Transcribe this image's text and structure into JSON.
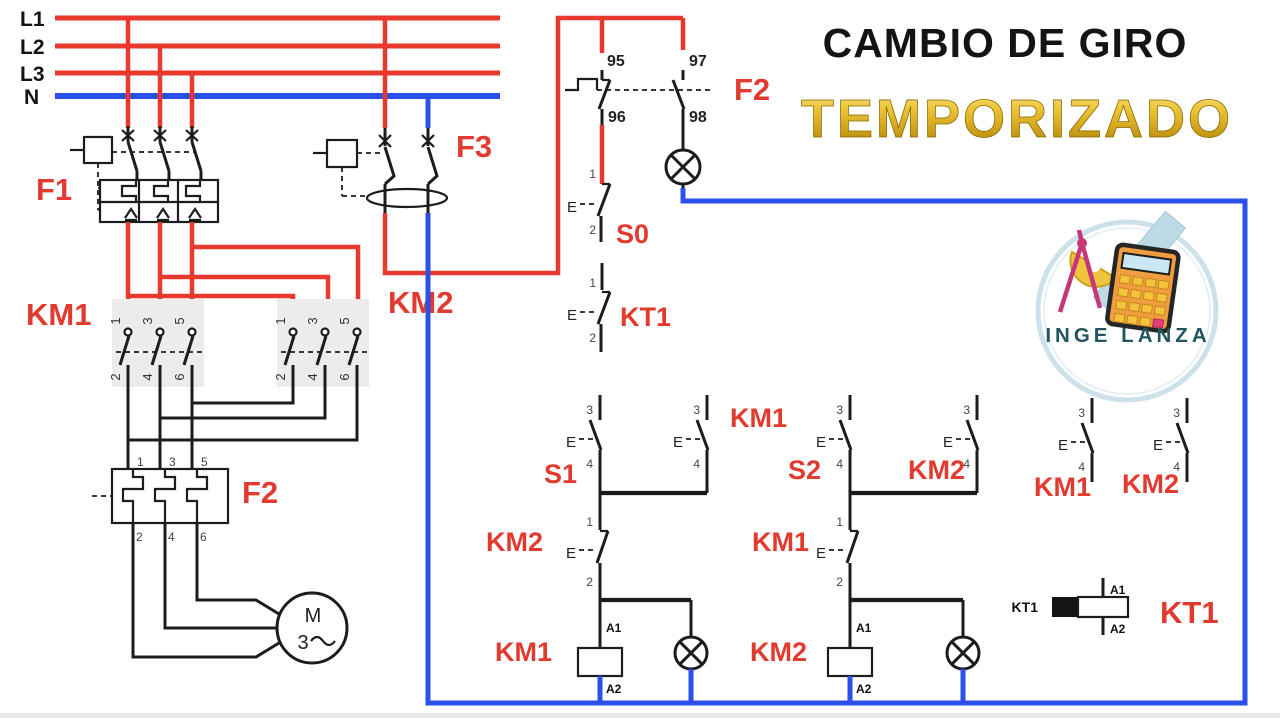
{
  "title": {
    "line1": "CAMBIO DE GIRO",
    "line2": "TEMPORIZADO"
  },
  "logo": {
    "text": "INGE LANZA"
  },
  "power": {
    "l1": "L1",
    "l2": "L2",
    "l3": "L3",
    "n": "N"
  },
  "devices": {
    "f1": "F1",
    "f3": "F3",
    "km1_main": "KM1",
    "km2_main": "KM2",
    "f2_thermal": "F2",
    "f2_control": "F2",
    "s0": "S0",
    "kt1_contact": "KT1",
    "s1": "S1",
    "km1_aux": "KM1",
    "km2_nc": "KM2",
    "km1_coil": "KM1",
    "s2": "S2",
    "km2_aux": "KM2",
    "km1_nc": "KM1",
    "km2_coil": "KM2",
    "km1_right": "KM1",
    "km2_right": "KM2",
    "kt1_tag": "KT1",
    "kt1_coil": "KT1"
  },
  "terminals": {
    "odd": [
      "1",
      "3",
      "5"
    ],
    "even": [
      "2",
      "4",
      "6"
    ],
    "no_top": "3",
    "no_bottom": "4",
    "nc_top": "1",
    "nc_bottom": "2",
    "coil_top": "A1",
    "coil_bottom": "A2",
    "f2_95": "95",
    "f2_96": "96",
    "f2_97": "97",
    "f2_98": "98"
  },
  "motor": {
    "letter": "M",
    "phases": "3"
  },
  "symbols": {
    "actuator": "E"
  },
  "colors": {
    "phase_wire": "#e8392e",
    "neutral_wire": "#2b50e8",
    "label_red": "#e23a2e",
    "title_gold": "#d4a017",
    "gray_block": "#ececec"
  }
}
